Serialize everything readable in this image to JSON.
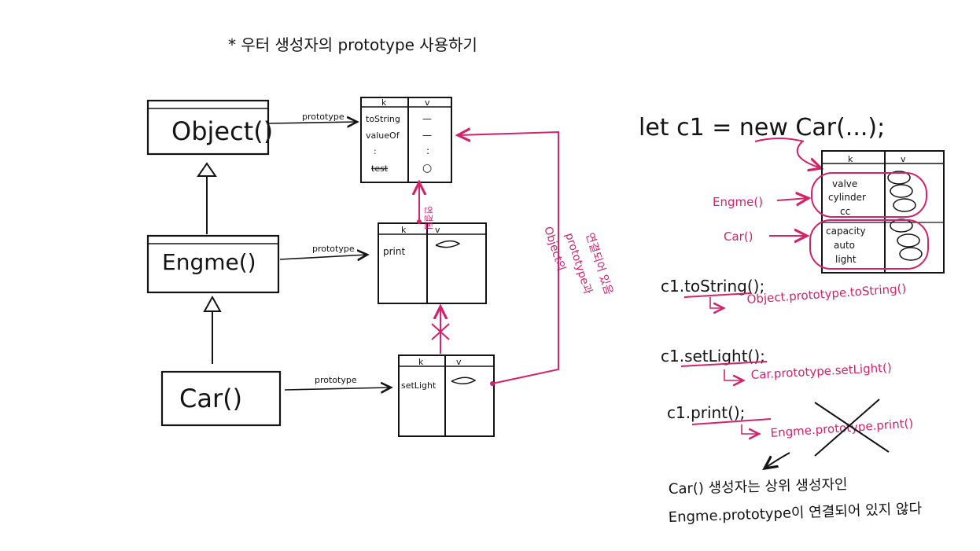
{
  "title": "* 우터 생성자의 prototype 사용하기",
  "colors": {
    "ink": "#141414",
    "accent": "#d2236b",
    "paper": "#ffffff"
  },
  "constructors": {
    "object": "Object()",
    "engine": "Engme()",
    "car": "Car()"
  },
  "edge_label": "prototype",
  "tables": {
    "header": {
      "k": "k",
      "v": "v"
    },
    "object_proto": {
      "rows": [
        "toString",
        "valueOf",
        ":",
        "test"
      ],
      "values": [
        "—",
        "—",
        ":",
        "○"
      ]
    },
    "engine_proto": {
      "rows": [
        "print"
      ]
    },
    "car_proto": {
      "rows": [
        "setLight"
      ]
    }
  },
  "annotations": {
    "link": "연결됨",
    "object_link": [
      "Object의",
      "prototype과",
      "연결되어 있음"
    ]
  },
  "instance": {
    "code": "let c1 = new Car(...);",
    "rows": [
      "valve",
      "cylinder",
      "cc",
      "capacity",
      "auto",
      "light"
    ],
    "engine_group": "Engme()",
    "car_group": "Car()"
  },
  "calls": [
    {
      "code": "c1.toString();",
      "resolves": "Object.prototype.toString()"
    },
    {
      "code": "c1.setLight();",
      "resolves": "Car.prototype.setLight()"
    },
    {
      "code": "c1.print();",
      "resolves": "Engme.prototype.print()"
    }
  ],
  "conclusion": [
    "Car() 생성자는 상위 생성자인",
    "Engme.prototype이 연결되어 있지 않다"
  ]
}
